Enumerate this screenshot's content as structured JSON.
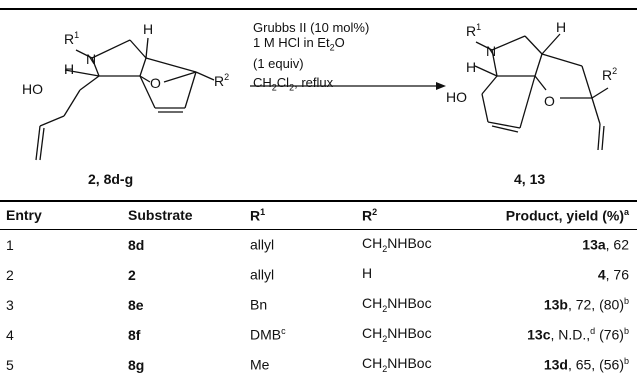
{
  "header_strip": "",
  "scheme": {
    "reagents": {
      "line1": "Grubbs II (10 mol%)",
      "line2": "1 M HCl in Et",
      "line2_sub": "2",
      "line2_end": "O",
      "line3": "(1 equiv)",
      "line4": "CH",
      "line4_sub": "2",
      "line4_mid": "Cl",
      "line4_sub2": "2",
      "line4_end": ", reflux"
    },
    "left_label": "2, 8d-g",
    "right_label": "4, 13",
    "atoms": {
      "r1_left": "R",
      "r1_sup": "1",
      "n_left": "N",
      "h_top_left": "H",
      "h_mid_left": "H",
      "ho_left": "HO",
      "o_left": "O",
      "r2_left": "R",
      "r2_sup": "2",
      "r1_right": "R",
      "r1r_sup": "1",
      "n_right": "N",
      "h_top_right": "H",
      "h_mid_right": "H",
      "ho_right": "HO",
      "o_right": "O",
      "r2_right": "R",
      "r2r_sup": "2"
    }
  },
  "table": {
    "headers": {
      "entry": "Entry",
      "substrate": "Substrate",
      "r1": "R",
      "r1_sup": "1",
      "r2": "R",
      "r2_sup": "2",
      "product": "Product, yield (%)",
      "product_sup": "a"
    },
    "rows": [
      {
        "entry": "1",
        "substrate": "8d",
        "r1": "allyl",
        "r1_sup": "",
        "r2a": "CH",
        "r2s": "2",
        "r2b": "NHBoc",
        "prod": "13a",
        "y1": ", 62",
        "s1": "",
        "y2": "",
        "s2": "",
        "y3": ""
      },
      {
        "entry": "2",
        "substrate": "2",
        "r1": "allyl",
        "r1_sup": "",
        "r2a": "H",
        "r2s": "",
        "r2b": "",
        "prod": "4",
        "y1": ", 76",
        "s1": "",
        "y2": "",
        "s2": "",
        "y3": ""
      },
      {
        "entry": "3",
        "substrate": "8e",
        "r1": "Bn",
        "r1_sup": "",
        "r2a": "CH",
        "r2s": "2",
        "r2b": "NHBoc",
        "prod": "13b",
        "y1": ", 72, (80)",
        "s1": "b",
        "y2": "",
        "s2": "",
        "y3": ""
      },
      {
        "entry": "4",
        "substrate": "8f",
        "r1": "DMB",
        "r1_sup": "c",
        "r2a": "CH",
        "r2s": "2",
        "r2b": "NHBoc",
        "prod": "13c",
        "y1": ", N.D.,",
        "s1": "d",
        "y2": " (76)",
        "s2": "b",
        "y3": ""
      },
      {
        "entry": "5",
        "substrate": "8g",
        "r1": "Me",
        "r1_sup": "",
        "r2a": "CH",
        "r2s": "2",
        "r2b": "NHBoc",
        "prod": "13d",
        "y1": ", 65, (56)",
        "s1": "b",
        "y2": "",
        "s2": "",
        "y3": ""
      }
    ]
  }
}
